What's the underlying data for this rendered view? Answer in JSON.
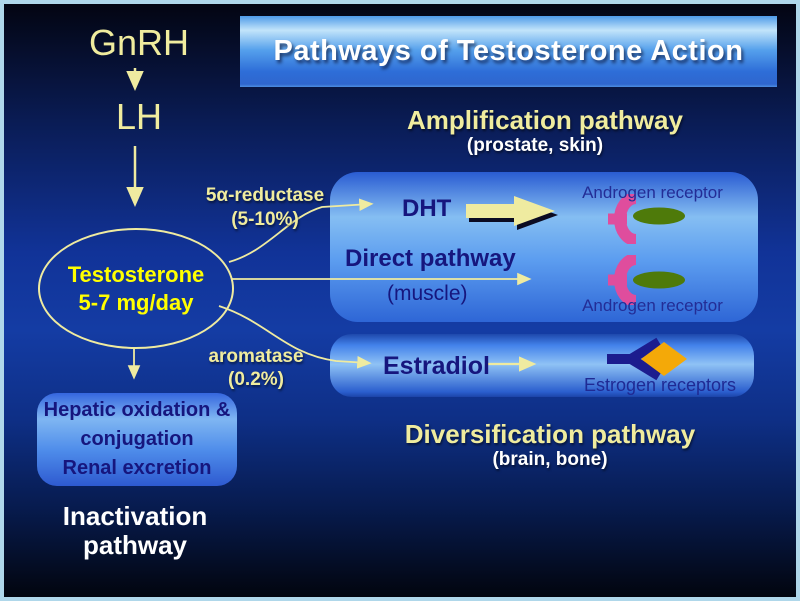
{
  "title": "Pathways of Testosterone Action",
  "left_column": {
    "gnrh": "GnRH",
    "lh": "LH",
    "testosterone_line1": "Testosterone",
    "testosterone_line2": "5-7 mg/day",
    "hepatic_line1": "Hepatic oxidation &",
    "hepatic_line2": "conjugation",
    "hepatic_line3": "Renal excretion",
    "inactivation_line1": "Inactivation",
    "inactivation_line2": "pathway"
  },
  "enzymes": {
    "reductase_name": "5α-reductase",
    "reductase_pct": "(5-10%)",
    "aromatase_name": "aromatase",
    "aromatase_pct": "(0.2%)"
  },
  "amplification": {
    "heading": "Amplification pathway",
    "subheading": "(prostate, skin)",
    "dht": "DHT",
    "direct_pathway": "Direct pathway",
    "direct_sub": "(muscle)",
    "androgen_receptor_top": "Androgen receptor",
    "androgen_receptor_bottom": "Androgen receptor"
  },
  "diversification": {
    "heading": "Diversification pathway",
    "subheading": "(brain, bone)",
    "estradiol": "Estradiol",
    "estrogen_receptors": "Estrogen receptors"
  },
  "icons": {
    "androgen_receptor": "pink-claw-with-green-ligand",
    "estrogen_receptor": "navy-fork-with-gold-diamond",
    "dht_flow": "large-yellow-block-arrow"
  },
  "colors": {
    "slide_border": "#AFD7EA",
    "background_mid": "#12379C",
    "title_text": "#FFFFFF",
    "pale_yellow": "#F0EC9E",
    "bright_yellow": "#FFFF00",
    "navy_text": "#16167E",
    "arrow_yellow": "#EFEBA0",
    "receptor_pink": "#DF4D9D",
    "ligand_green": "#4E7A0A",
    "receptor_navy": "#1C1C8E",
    "ligand_gold": "#F4A908"
  }
}
